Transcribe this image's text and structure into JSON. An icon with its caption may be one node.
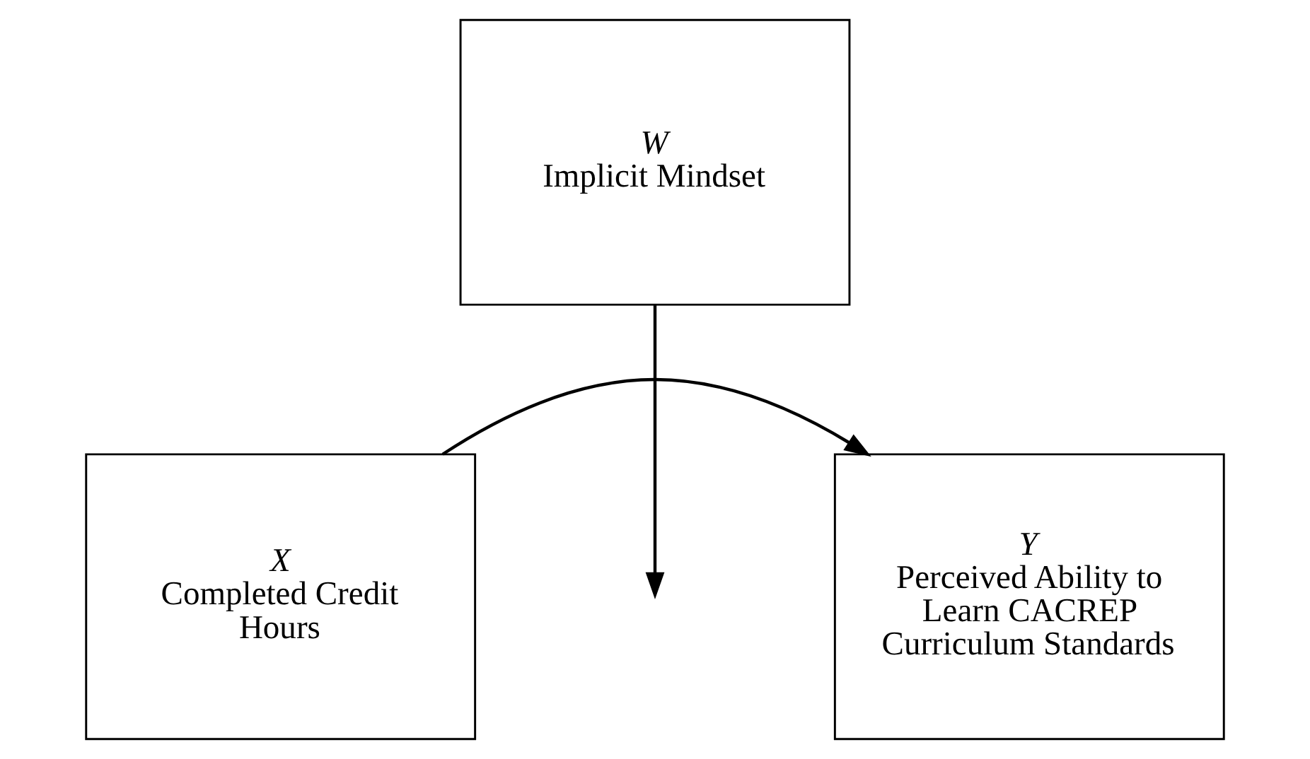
{
  "diagram": {
    "nodes": [
      {
        "text": [
          "W",
          "Implicit Mindset"
        ]
      },
      {
        "text": [
          "X",
          "Completed Credit Hours"
        ]
      },
      {
        "text": [
          "Y",
          "Perceived Ability to Learn CACREP Curriculum Standards"
        ]
      }
    ],
    "edges": [
      {
        "from": 1,
        "to": 2,
        "arrow": "to"
      },
      {
        "from": 0,
        "to": null,
        "arrow": "to"
      }
    ]
  }
}
